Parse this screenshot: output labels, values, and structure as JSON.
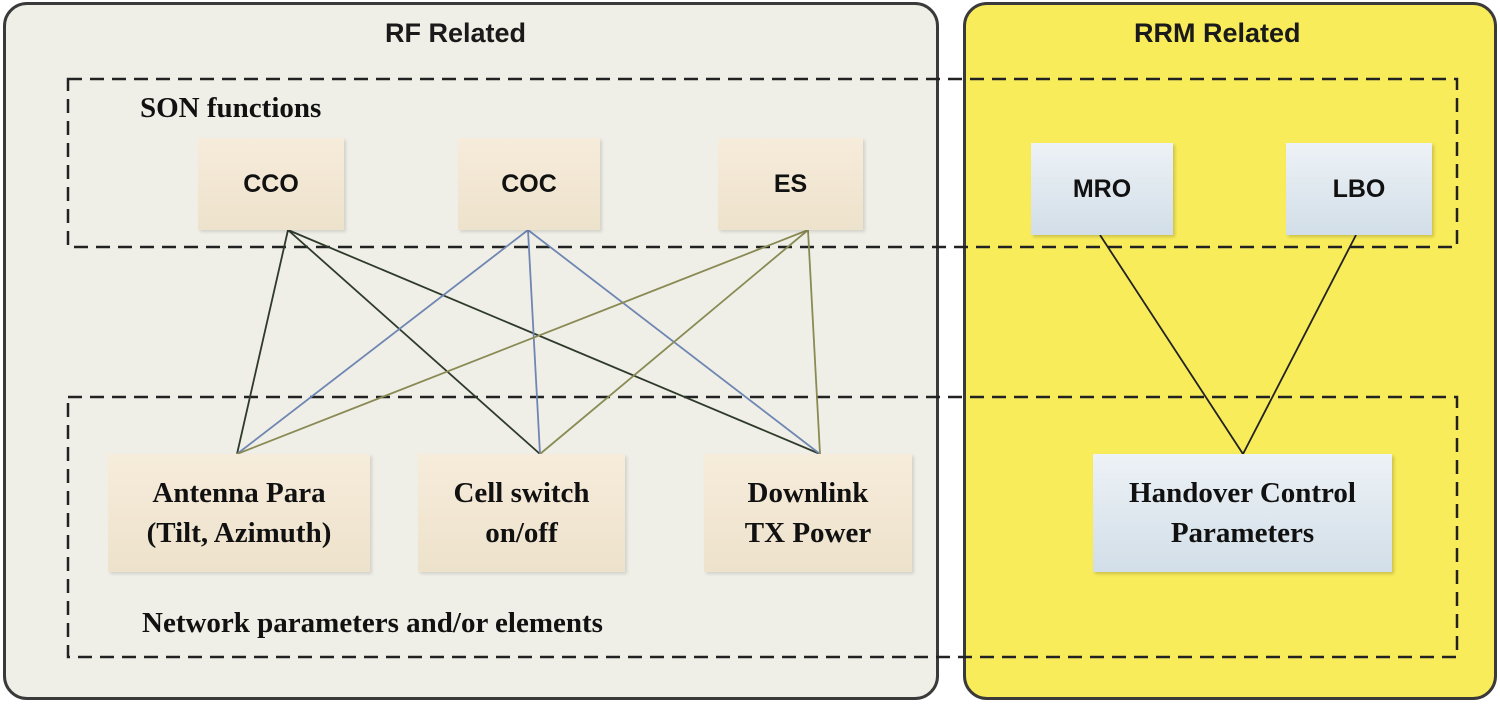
{
  "panels": {
    "rf": {
      "title": "RF Related",
      "fill": "#efefe7"
    },
    "rrm": {
      "title": "RRM Related",
      "fill": "#f8ec5a"
    }
  },
  "groups": {
    "son": {
      "label": "SON functions"
    },
    "network": {
      "label": "Network parameters and/or elements"
    }
  },
  "functions": {
    "cco": "CCO",
    "coc": "COC",
    "es": "ES",
    "mro": "MRO",
    "lbo": "LBO"
  },
  "parameters": {
    "antenna": "Antenna Para\n(Tilt, Azimuth)",
    "cell_switch": "Cell switch\non/off",
    "downlink": "Downlink\nTX Power",
    "handover": "Handover Control\nParameters"
  },
  "links": [
    {
      "from": "CCO",
      "to": "Antenna Para (Tilt, Azimuth)",
      "color": "#2e3a2a"
    },
    {
      "from": "CCO",
      "to": "Cell switch on/off",
      "color": "#2e3a2a"
    },
    {
      "from": "CCO",
      "to": "Downlink TX Power",
      "color": "#2e3a2a"
    },
    {
      "from": "COC",
      "to": "Antenna Para (Tilt, Azimuth)",
      "color": "#6f86b3"
    },
    {
      "from": "COC",
      "to": "Cell switch on/off",
      "color": "#6f86b3"
    },
    {
      "from": "COC",
      "to": "Downlink TX Power",
      "color": "#6f86b3"
    },
    {
      "from": "ES",
      "to": "Antenna Para (Tilt, Azimuth)",
      "color": "#8a8a55"
    },
    {
      "from": "ES",
      "to": "Cell switch on/off",
      "color": "#8a8a55"
    },
    {
      "from": "ES",
      "to": "Downlink TX Power",
      "color": "#8a8a55"
    },
    {
      "from": "MRO",
      "to": "Handover Control Parameters",
      "color": "#222222"
    },
    {
      "from": "LBO",
      "to": "Handover Control Parameters",
      "color": "#222222"
    }
  ]
}
